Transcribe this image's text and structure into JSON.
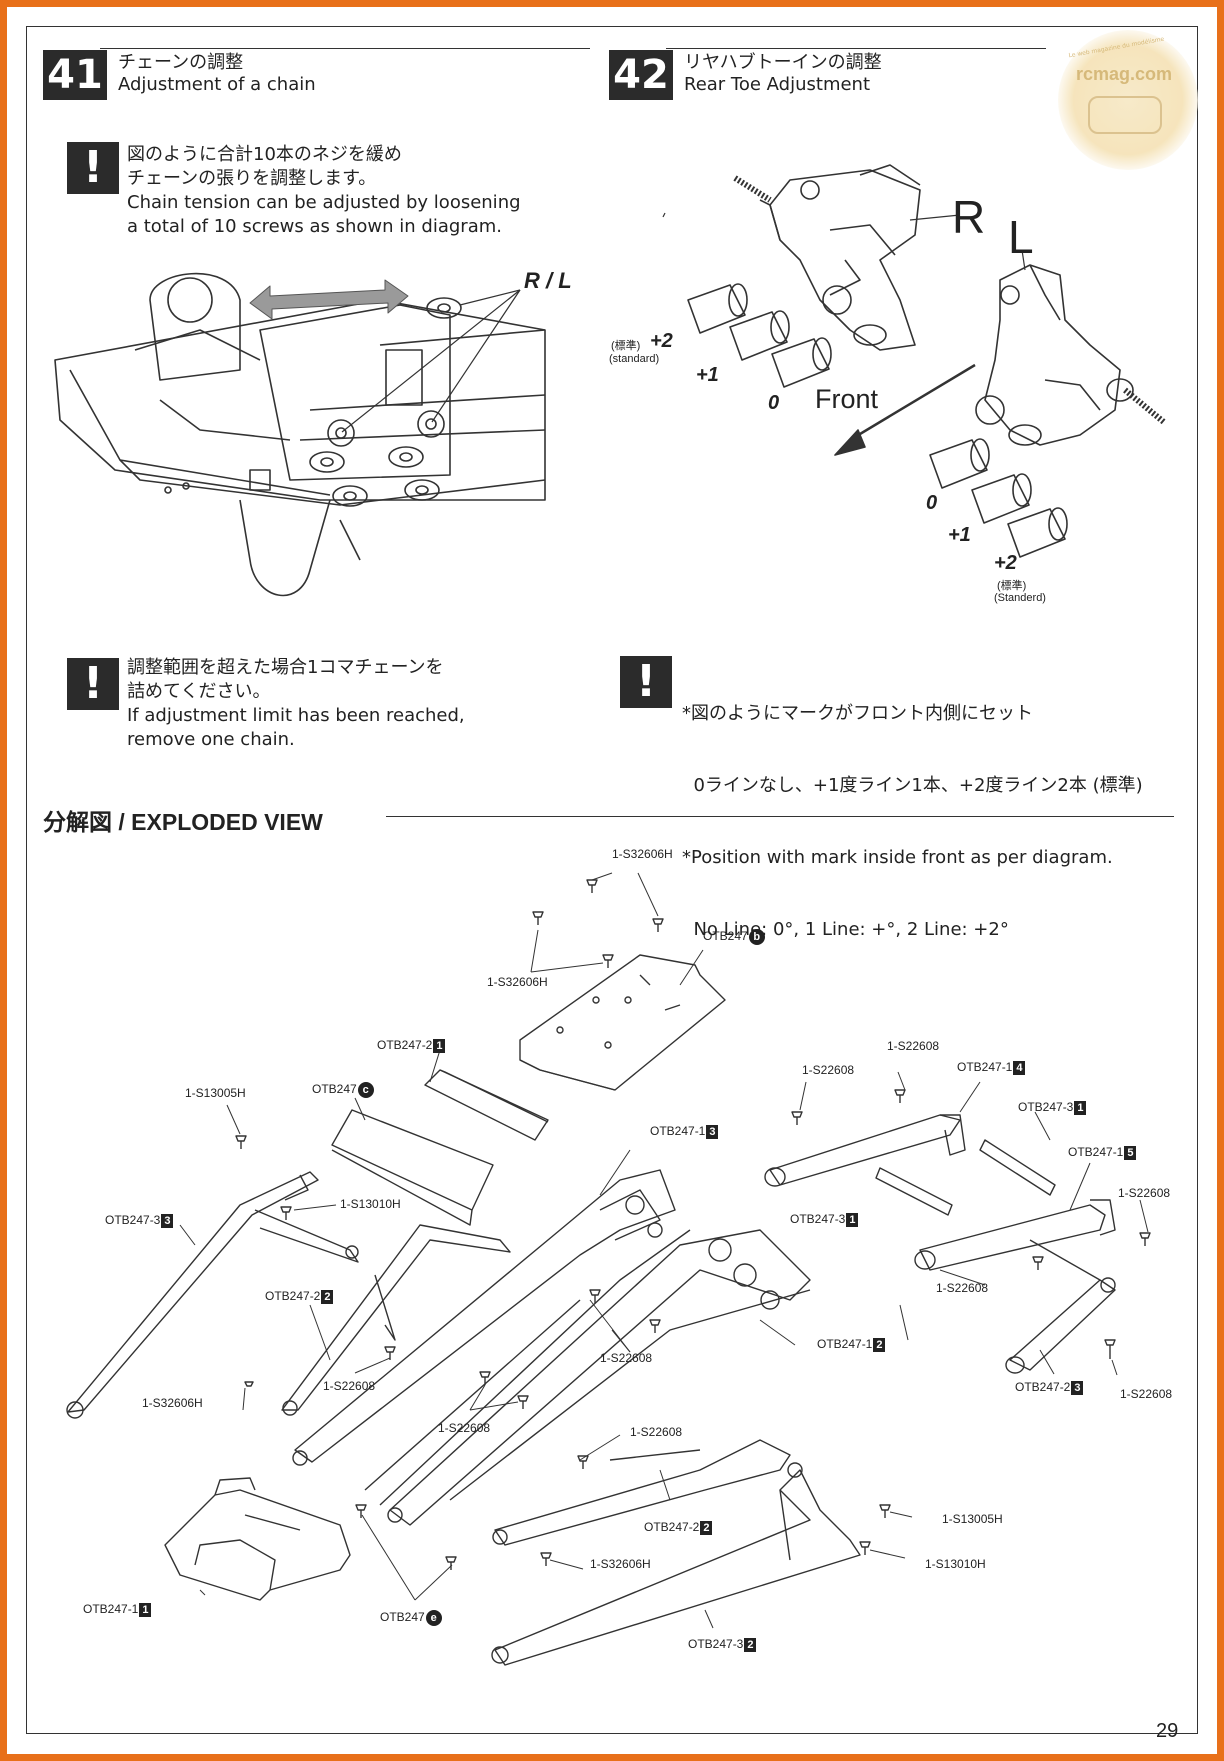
{
  "steps": [
    {
      "num": "41",
      "jp": "チェーンの調整",
      "en": "Adjustment of a chain"
    },
    {
      "num": "42",
      "jp": "リヤハブトーインの調整",
      "en": "Rear Toe Adjustment"
    }
  ],
  "watermark": {
    "text": "rcmag.com",
    "arc": "Le web magazine du modélisme"
  },
  "step41": {
    "note1": [
      "図のように合計10本のネジを緩め",
      "チェーンの張りを調整します。",
      "Chain tension can be adjusted by loosening",
      "a total of 10 screws as shown in diagram."
    ],
    "rl_label": "R / L",
    "note2": [
      "調整範囲を超えた場合1コマチェーンを",
      "詰めてください。",
      "If adjustment limit has been reached,",
      "remove one chain."
    ]
  },
  "step42": {
    "label_R": "R",
    "label_L": "L",
    "front": "Front",
    "upper": {
      "std_jp": "(標準)",
      "p2": "+2",
      "std_en": "(standard)",
      "p1": "+1",
      "zero": "0"
    },
    "lower": {
      "zero": "0",
      "p1": "+1",
      "p2": "+2",
      "std_jp": "(標準)",
      "std_en": "(Standerd)"
    },
    "note": [
      "*図のようにマークがフロント内側にセット",
      "  0ラインなし、+1度ライン1本、+2度ライン2本 (標準)",
      "*Position with mark inside front as per diagram.",
      "  No Line: 0°, 1 Line: +°, 2 Line: +2°"
    ]
  },
  "exploded": {
    "title": "分解図 / EXPLODED VIEW",
    "labels": [
      {
        "id": "l1",
        "text": "1-S32606H"
      },
      {
        "id": "l2",
        "text": "1-S32606H"
      },
      {
        "id": "l3",
        "text": "OTB247",
        "badge": "b",
        "round": true
      },
      {
        "id": "l4",
        "text": "OTB247-2",
        "badge": "1"
      },
      {
        "id": "l5",
        "text": "OTB247",
        "badge": "c",
        "round": true
      },
      {
        "id": "l6",
        "text": "1-S13005H"
      },
      {
        "id": "l7",
        "text": "1-S22608"
      },
      {
        "id": "l8",
        "text": "1-S22608"
      },
      {
        "id": "l9",
        "text": "OTB247-1",
        "badge": "4"
      },
      {
        "id": "l10",
        "text": "OTB247-3",
        "badge": "1"
      },
      {
        "id": "l11",
        "text": "OTB247-1",
        "badge": "3"
      },
      {
        "id": "l12",
        "text": "OTB247-1",
        "badge": "5"
      },
      {
        "id": "l13",
        "text": "1-S22608"
      },
      {
        "id": "l14",
        "text": "1-S13010H"
      },
      {
        "id": "l15",
        "text": "OTB247-3",
        "badge": "3"
      },
      {
        "id": "l16",
        "text": "OTB247-3",
        "badge": "1"
      },
      {
        "id": "l17",
        "text": "OTB247-2",
        "badge": "2"
      },
      {
        "id": "l18",
        "text": "1-S22608"
      },
      {
        "id": "l19",
        "text": "OTB247-1",
        "badge": "2"
      },
      {
        "id": "l20",
        "text": "1-S22608"
      },
      {
        "id": "l21",
        "text": "1-S22608"
      },
      {
        "id": "l22",
        "text": "OTB247-2",
        "badge": "3"
      },
      {
        "id": "l23",
        "text": "1-S22608"
      },
      {
        "id": "l24",
        "text": "1-S32606H"
      },
      {
        "id": "l25",
        "text": "1-S22608"
      },
      {
        "id": "l26",
        "text": "1-S22608"
      },
      {
        "id": "l27",
        "text": "OTB247-2",
        "badge": "2"
      },
      {
        "id": "l28",
        "text": "1-S13005H"
      },
      {
        "id": "l29",
        "text": "1-S13010H"
      },
      {
        "id": "l30",
        "text": "1-S32606H"
      },
      {
        "id": "l31",
        "text": "OTB247-1",
        "badge": "1"
      },
      {
        "id": "l32",
        "text": "OTB247",
        "badge": "e",
        "round": true
      },
      {
        "id": "l33",
        "text": "OTB247-3",
        "badge": "2"
      }
    ]
  },
  "page_number": "29"
}
